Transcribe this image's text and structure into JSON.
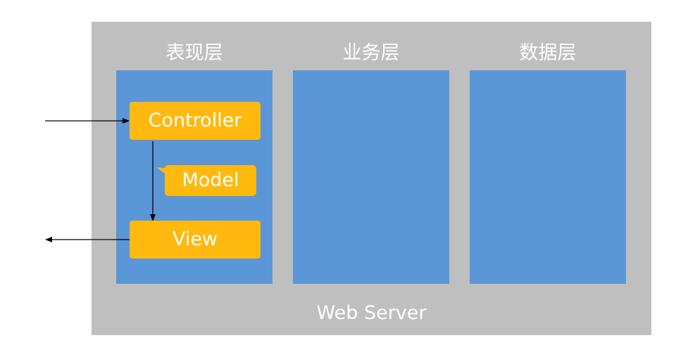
{
  "colors": {
    "server_bg": "#bfbfbf",
    "layer_panel": "#5b97d6",
    "mvc_box": "#ffb90f",
    "text": "#ffffff",
    "arrow": "#000000"
  },
  "server": {
    "label": "Web Server"
  },
  "layers": [
    {
      "title": "表现层"
    },
    {
      "title": "业务层"
    },
    {
      "title": "数据层"
    }
  ],
  "mvc": {
    "controller": "Controller",
    "model": "Model",
    "view": "View"
  }
}
